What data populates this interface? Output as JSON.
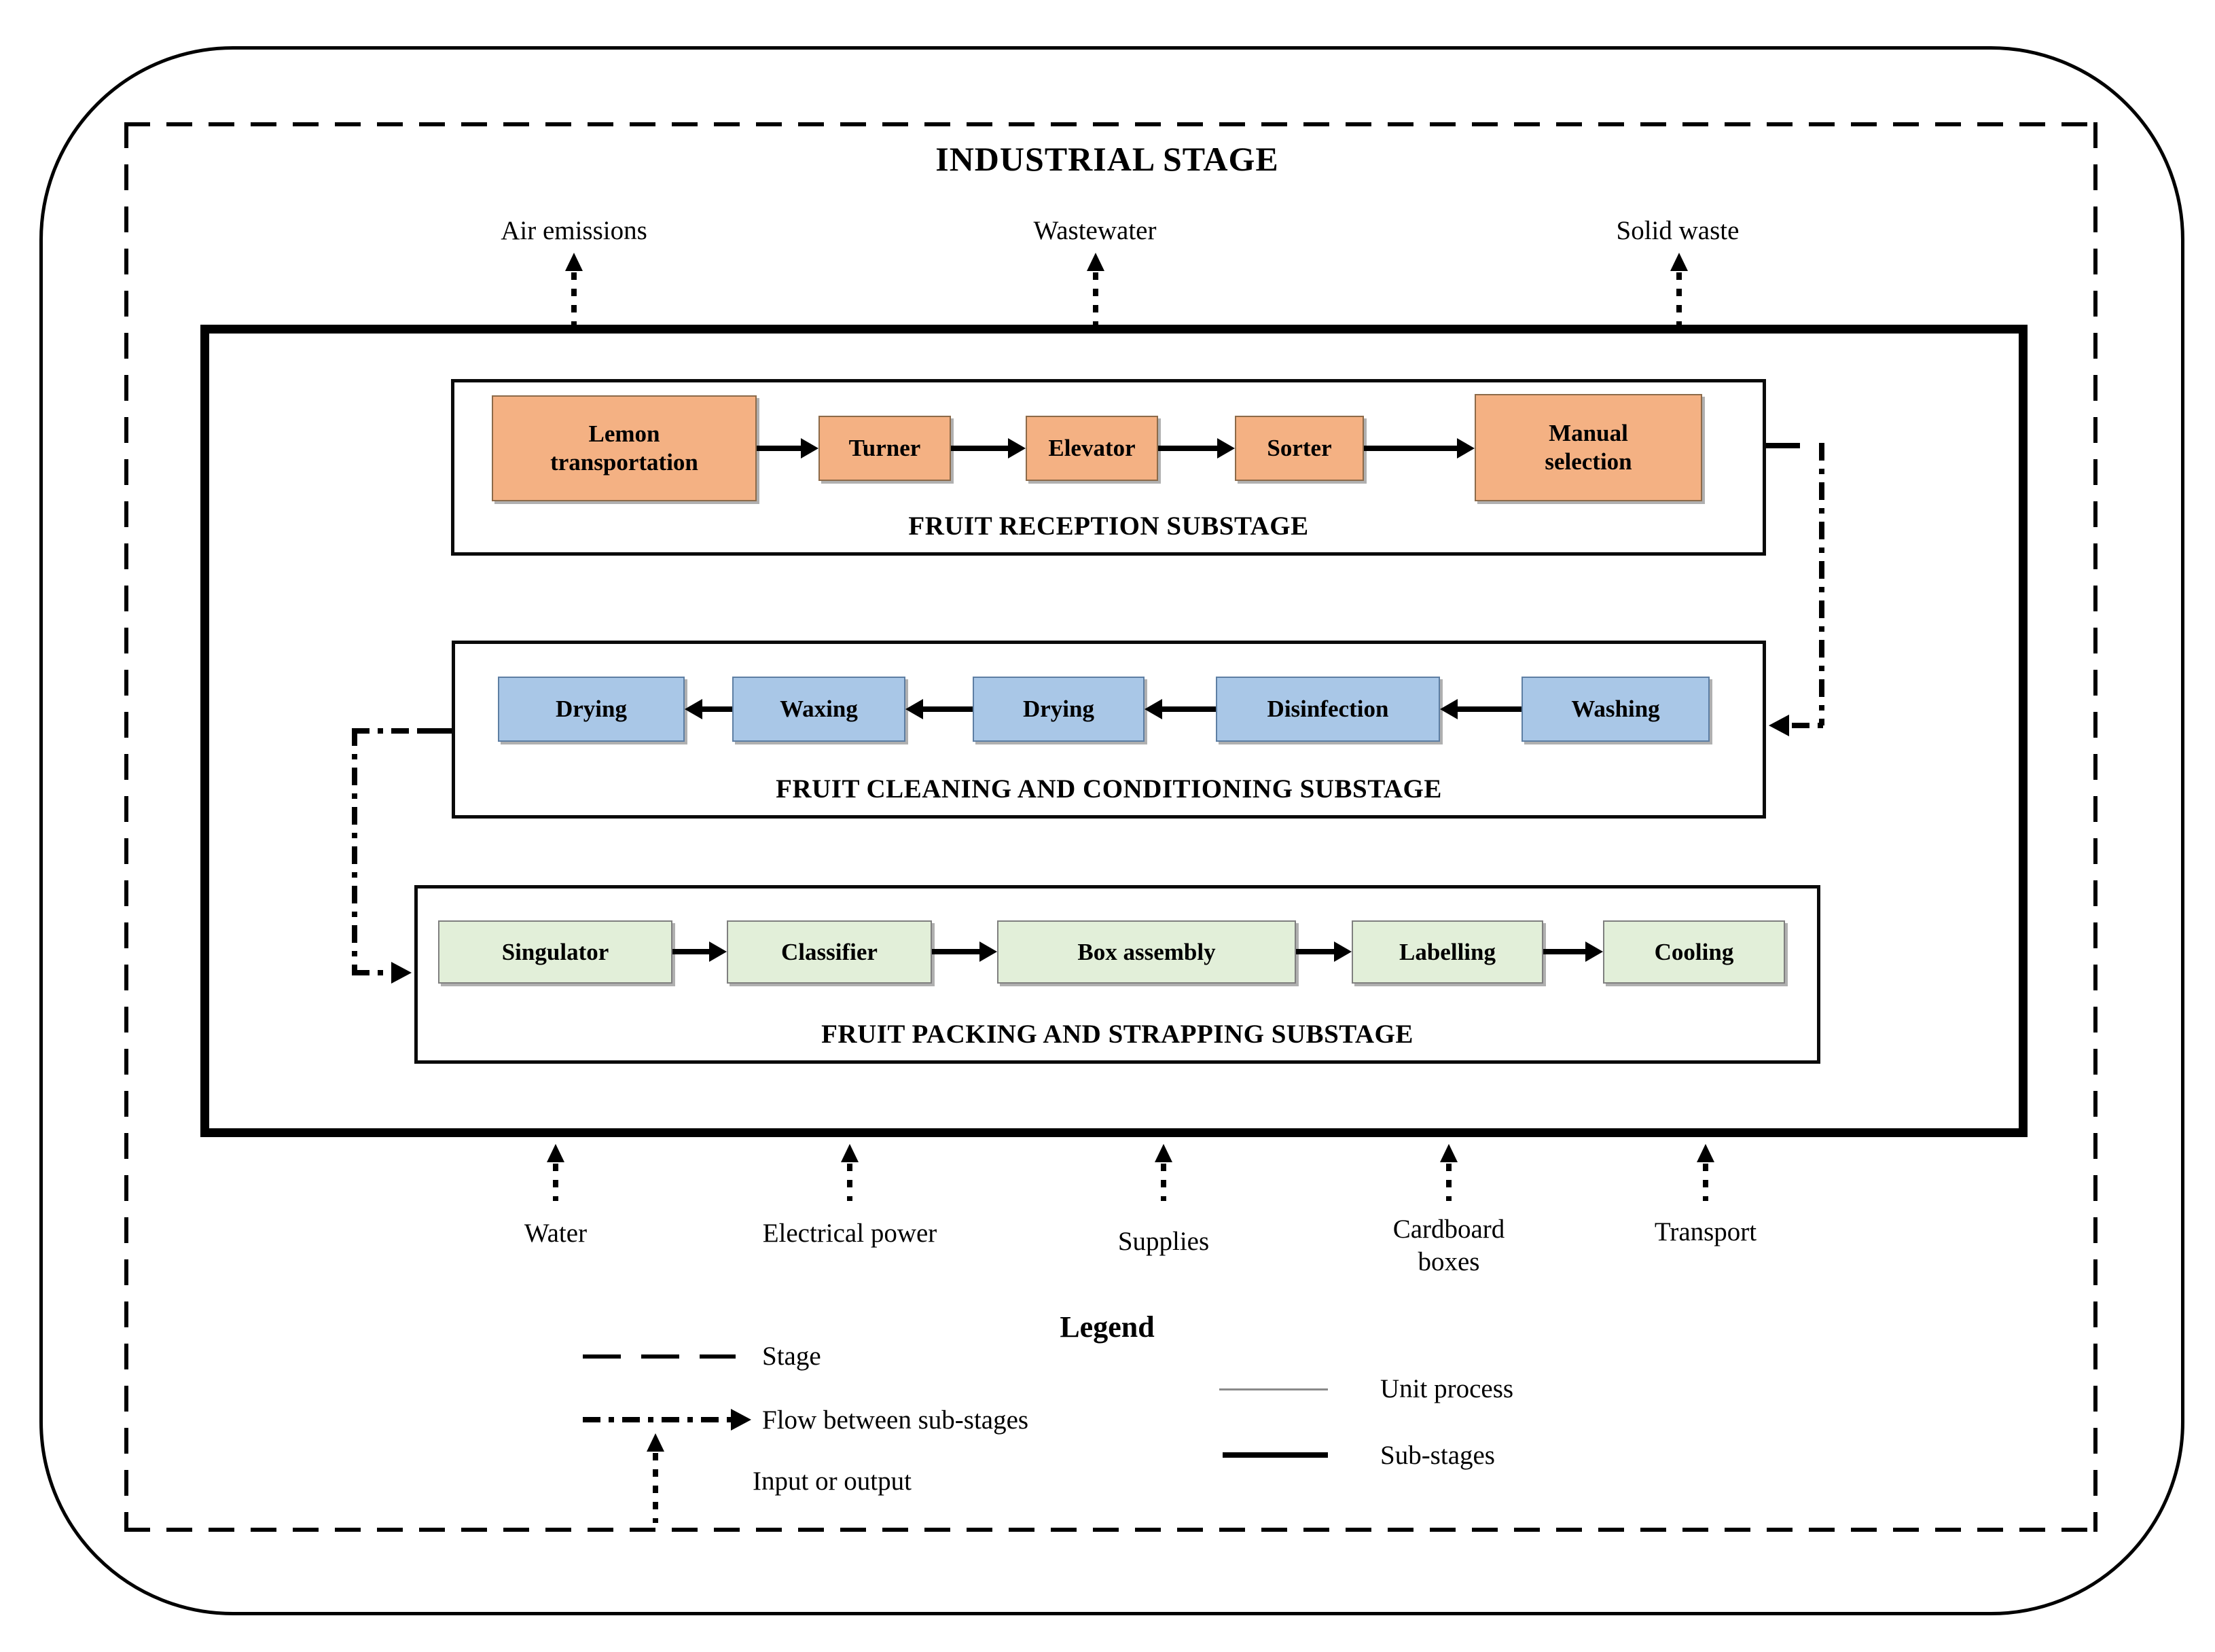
{
  "title": "INDUSTRIAL STAGE",
  "outputs": [
    {
      "label": "Air emissions"
    },
    {
      "label": "Wastewater"
    },
    {
      "label": "Solid waste"
    }
  ],
  "inputs": [
    {
      "label": "Water"
    },
    {
      "label": "Electrical power"
    },
    {
      "label": "Supplies"
    },
    {
      "label": "Cardboard boxes"
    },
    {
      "label": "Transport"
    }
  ],
  "substages": [
    {
      "name": "FRUIT RECEPTION SUBSTAGE",
      "flow_direction": "right",
      "units": [
        "Lemon\ntransportation",
        "Turner",
        "Elevator",
        "Sorter",
        "Manual\nselection"
      ]
    },
    {
      "name": "FRUIT CLEANING AND CONDITIONING SUBSTAGE",
      "flow_direction": "left",
      "units": [
        "Drying",
        "Waxing",
        "Drying",
        "Disinfection",
        "Washing"
      ]
    },
    {
      "name": "FRUIT PACKING AND STRAPPING SUBSTAGE",
      "flow_direction": "right",
      "units": [
        "Singulator",
        "Classifier",
        "Box assembly",
        "Labelling",
        "Cooling"
      ]
    }
  ],
  "legend": {
    "title": "Legend",
    "items": [
      {
        "label": "Stage"
      },
      {
        "label": "Flow between sub-stages"
      },
      {
        "label": "Input or output"
      },
      {
        "label": "Unit process"
      },
      {
        "label": "Sub-stages"
      }
    ]
  },
  "colors": {
    "reception_fill": "#F4B183",
    "cleaning_fill": "#A9C7E7",
    "packing_fill": "#E2EFD9",
    "line": "#000000",
    "unit_process_line": "#8a8a8a"
  }
}
